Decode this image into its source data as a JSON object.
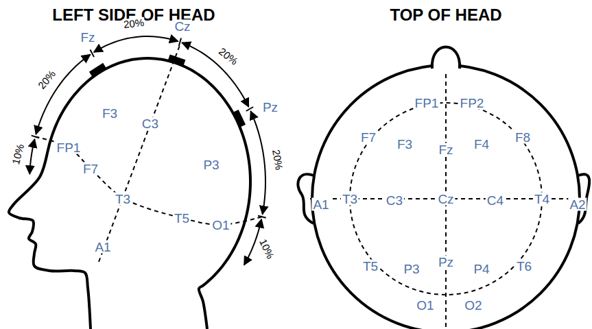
{
  "diagram": {
    "labels": [
      "LEFT SIDE OF HEAD",
      "TOP OF HEAD",
      "10%",
      "20%",
      "20%",
      "20%",
      "20%",
      "10%",
      "Fz",
      "Cz",
      "Pz",
      "F3",
      "C3",
      "P3",
      "FP1",
      "F7",
      "T3",
      "A1",
      "T5",
      "O1",
      "FP1",
      "FP2",
      "F7",
      "F3",
      "Fz",
      "F4",
      "F8",
      "A1",
      "T3",
      "C3",
      "Cz",
      "C4",
      "T4",
      "A2",
      "T5",
      "P3",
      "Pz",
      "P4",
      "T6",
      "O1",
      "O2"
    ]
  }
}
